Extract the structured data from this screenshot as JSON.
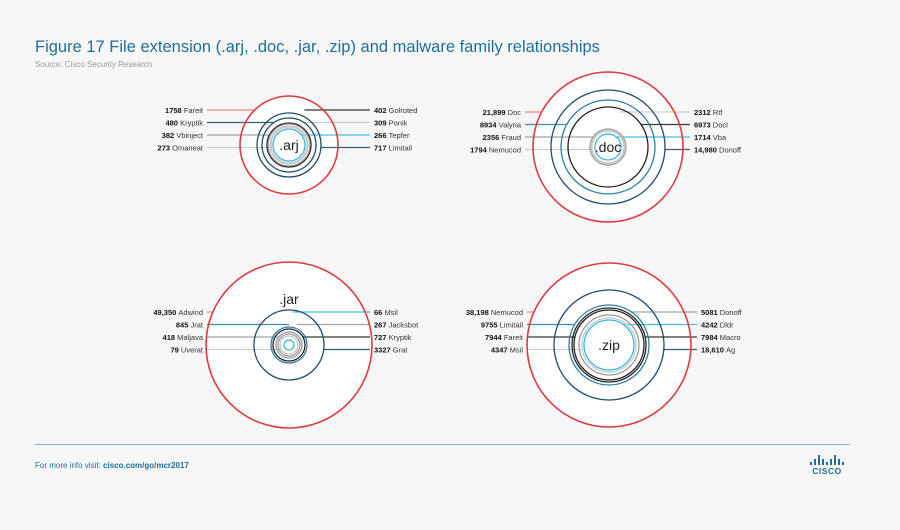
{
  "header": {
    "title": "Figure 17  File extension (.arj, .doc, .jar, .zip) and malware family relationships",
    "source": "Source: Cisco Security Research"
  },
  "footer": {
    "prefix": "For more info visit: ",
    "link": "cisco.com/go/mcr2017",
    "logo_text": "CISCO"
  },
  "colors": {
    "red": "#e0393e",
    "dark_blue": "#1e4d6b",
    "blue": "#2e7fa8",
    "black": "#222222",
    "grey": "#9a9a9a",
    "light_grey": "#c8c8c8",
    "cyan": "#33b8e0"
  },
  "chart_data": [
    {
      "type": "concentric-circles",
      "title": ".arj",
      "center": [
        289,
        145
      ],
      "left_labels": [
        {
          "value": "1758",
          "name": "Fareit",
          "color": "red",
          "radius": 49
        },
        {
          "value": "480",
          "name": "Kryptik",
          "color": "dark_blue",
          "radius": 27
        },
        {
          "value": "382",
          "name": "Vbinject",
          "color": "grey",
          "radius": 21
        },
        {
          "value": "273",
          "name": "Omaneat",
          "color": "light_grey",
          "radius": 18
        }
      ],
      "right_labels": [
        {
          "value": "402",
          "name": "Golroted",
          "color": "black",
          "radius": 22
        },
        {
          "value": "309",
          "name": "Ponik",
          "color": "light_grey",
          "radius": 19
        },
        {
          "value": "266",
          "name": "Tepfer",
          "color": "cyan",
          "radius": 16
        },
        {
          "value": "717",
          "name": "Limitail",
          "color": "dark_blue",
          "radius": 32
        }
      ]
    },
    {
      "type": "concentric-circles",
      "title": ".doc",
      "center": [
        608,
        147
      ],
      "left_labels": [
        {
          "value": "21,899",
          "name": "Doc",
          "color": "red",
          "radius": 75
        },
        {
          "value": "8934",
          "name": "Valyria",
          "color": "blue",
          "radius": 47
        },
        {
          "value": "2356",
          "name": "Fraud",
          "color": "grey",
          "radius": 18
        },
        {
          "value": "1794",
          "name": "Nemucod",
          "color": "light_grey",
          "radius": 16
        }
      ],
      "right_labels": [
        {
          "value": "2312",
          "name": "Rtf",
          "color": "light_grey",
          "radius": 17
        },
        {
          "value": "6973",
          "name": "Docl",
          "color": "black",
          "radius": 40
        },
        {
          "value": "1714",
          "name": "Vba",
          "color": "cyan",
          "radius": 13
        },
        {
          "value": "14,980",
          "name": "Donoff",
          "color": "dark_blue",
          "radius": 57
        }
      ]
    },
    {
      "type": "concentric-circles",
      "title": ".jar",
      "center": [
        289,
        345
      ],
      "left_labels": [
        {
          "value": "49,350",
          "name": "Adwind",
          "color": "red",
          "radius": 83
        },
        {
          "value": "845",
          "name": "Jrat",
          "color": "blue",
          "radius": 18
        },
        {
          "value": "418",
          "name": "Maljava",
          "color": "grey",
          "radius": 13
        },
        {
          "value": "79",
          "name": "Uverat",
          "color": "light_grey",
          "radius": 9
        }
      ],
      "right_labels": [
        {
          "value": "66",
          "name": "Msil",
          "color": "cyan",
          "radius": 5
        },
        {
          "value": "267",
          "name": "Jacksbot",
          "color": "grey",
          "radius": 11
        },
        {
          "value": "727",
          "name": "Kryptik",
          "color": "black",
          "radius": 16
        },
        {
          "value": "3327",
          "name": "Grat",
          "color": "dark_blue",
          "radius": 35
        }
      ]
    },
    {
      "type": "concentric-circles",
      "title": ".zip",
      "center": [
        609,
        345
      ],
      "left_labels": [
        {
          "value": "38,198",
          "name": "Nemucod",
          "color": "red",
          "radius": 82
        },
        {
          "value": "9755",
          "name": "Limitail",
          "color": "blue",
          "radius": 40
        },
        {
          "value": "7944",
          "name": "Fareit",
          "color": "black",
          "radius": 35
        },
        {
          "value": "4347",
          "name": "Msil",
          "color": "light_grey",
          "radius": 27
        }
      ],
      "right_labels": [
        {
          "value": "5081",
          "name": "Donoff",
          "color": "grey",
          "radius": 30
        },
        {
          "value": "4242",
          "name": "Dldr",
          "color": "cyan",
          "radius": 25
        },
        {
          "value": "7984",
          "name": "Macro",
          "color": "black",
          "radius": 37
        },
        {
          "value": "18,610",
          "name": "Ag",
          "color": "dark_blue",
          "radius": 55
        }
      ]
    }
  ]
}
